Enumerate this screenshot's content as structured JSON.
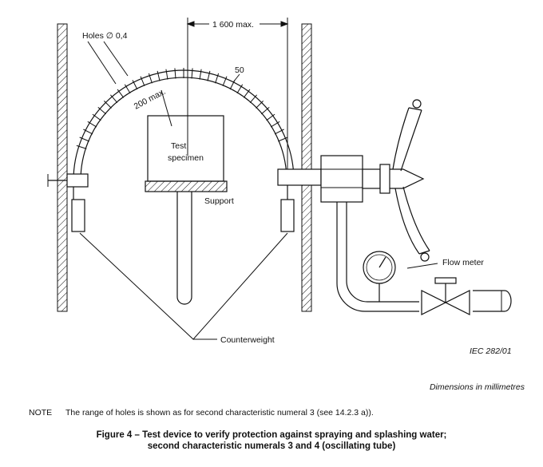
{
  "labels": {
    "holes": "Holes ∅ 0,4",
    "dim_1600": "1 600 max.",
    "dim_50": "50",
    "dim_200": "200 max.",
    "test_line1": "Test",
    "test_line2": "specimen",
    "support": "Support",
    "flow_meter": "Flow meter",
    "counterweight": "Counterweight",
    "iec_ref": "IEC   282/01"
  },
  "footer": {
    "dimensions": "Dimensions in millimetres",
    "note_label": "NOTE",
    "note_text": "The range of holes is shown as for second characteristic numeral 3 (see 14.2.3 a)).",
    "caption_line1": "Figure 4 – Test device to verify protection against spraying and splashing water;",
    "caption_line2": "second characteristic numerals 3 and 4 (oscillating tube)"
  }
}
